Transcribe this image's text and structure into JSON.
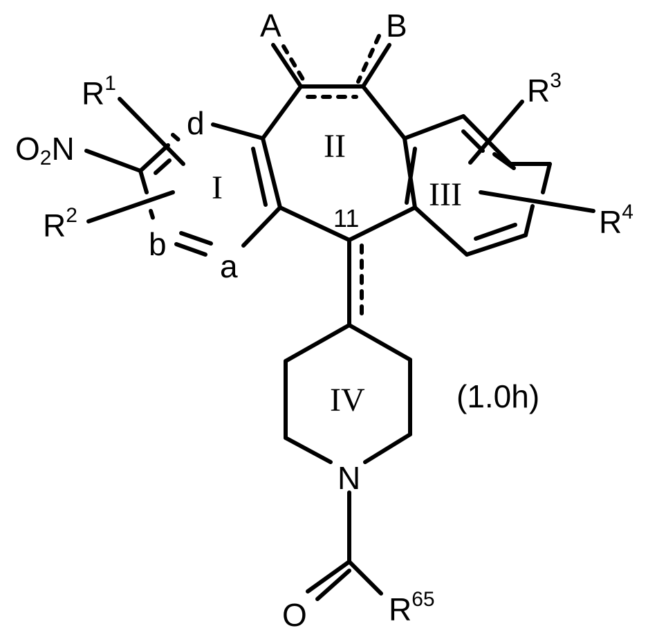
{
  "diagram": {
    "type": "chemical-structure",
    "compound_label": "(1.0h)",
    "atoms": {
      "A": "A",
      "B": "B",
      "R1": "R",
      "R1_sup": "1",
      "R2": "R",
      "R2_sup": "2",
      "R3": "R",
      "R3_sup": "3",
      "R4": "R",
      "R4_sup": "4",
      "R65": "R",
      "R65_sup": "65",
      "nitro_O": "O",
      "nitro_sub": "2",
      "nitro_N": "N",
      "a": "a",
      "b": "b",
      "d": "d",
      "N": "N",
      "O": "O",
      "position_11": "11"
    },
    "rings": {
      "ring1": "I",
      "ring2": "II",
      "ring3": "III",
      "ring4": "IV"
    }
  }
}
